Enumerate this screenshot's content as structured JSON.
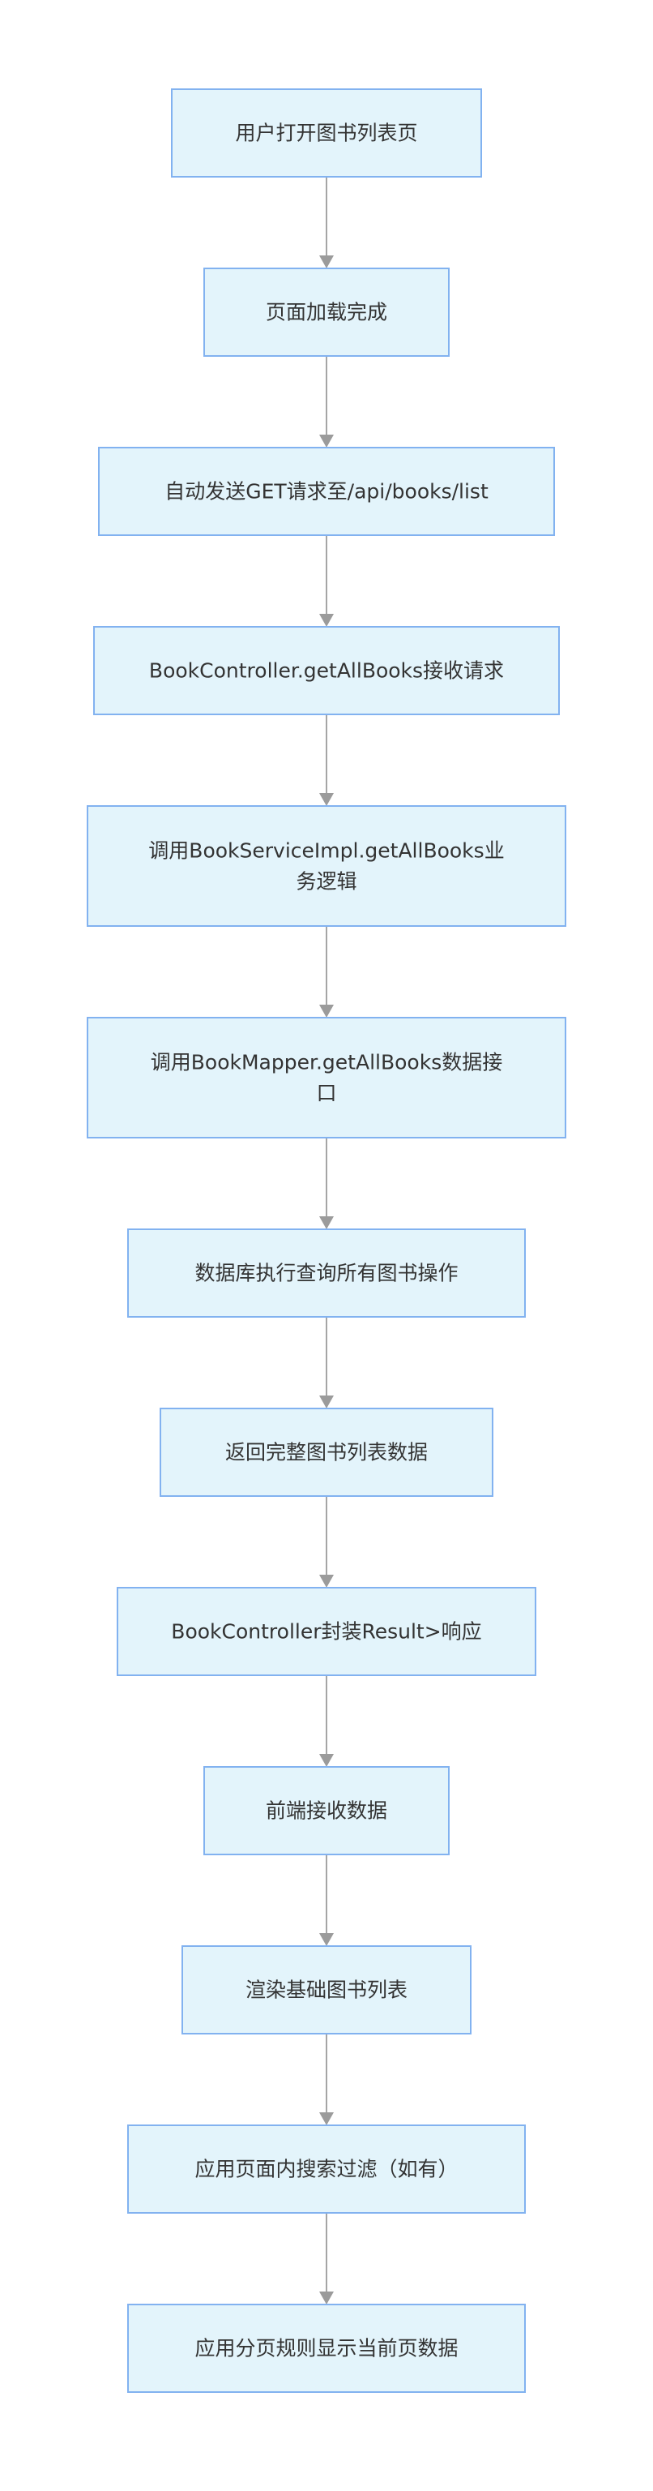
{
  "nodes": [
    {
      "id": "n1",
      "lines": [
        "用户打开图书列表页"
      ]
    },
    {
      "id": "n2",
      "lines": [
        "页面加载完成"
      ]
    },
    {
      "id": "n3",
      "lines": [
        "自动发送GET请求至/api/books/list"
      ]
    },
    {
      "id": "n4",
      "lines": [
        "BookController.getAllBooks接收请求"
      ]
    },
    {
      "id": "n5",
      "lines": [
        "调用BookServiceImpl.getAllBooks业",
        "务逻辑"
      ]
    },
    {
      "id": "n6",
      "lines": [
        "调用BookMapper.getAllBooks数据接",
        "口"
      ]
    },
    {
      "id": "n7",
      "lines": [
        "数据库执行查询所有图书操作"
      ]
    },
    {
      "id": "n8",
      "lines": [
        "返回完整图书列表数据"
      ]
    },
    {
      "id": "n9",
      "lines": [
        "BookController封装Result>响应"
      ]
    },
    {
      "id": "n10",
      "lines": [
        "前端接收数据"
      ]
    },
    {
      "id": "n11",
      "lines": [
        "渲染基础图书列表"
      ]
    },
    {
      "id": "n12",
      "lines": [
        "应用页面内搜索过滤（如有）"
      ]
    },
    {
      "id": "n13",
      "lines": [
        "应用分页规则显示当前页数据"
      ]
    }
  ],
  "edges": [
    {
      "from": "n1",
      "to": "n2"
    },
    {
      "from": "n2",
      "to": "n3"
    },
    {
      "from": "n3",
      "to": "n4"
    },
    {
      "from": "n4",
      "to": "n5"
    },
    {
      "from": "n5",
      "to": "n6"
    },
    {
      "from": "n6",
      "to": "n7"
    },
    {
      "from": "n7",
      "to": "n8"
    },
    {
      "from": "n8",
      "to": "n9"
    },
    {
      "from": "n9",
      "to": "n10"
    },
    {
      "from": "n10",
      "to": "n11"
    },
    {
      "from": "n11",
      "to": "n12"
    },
    {
      "from": "n12",
      "to": "n13"
    }
  ],
  "colors": {
    "node_fill": "#e3f4fb",
    "node_border": "#82b2f0",
    "edge": "#a5a5a5",
    "text": "#333333"
  }
}
